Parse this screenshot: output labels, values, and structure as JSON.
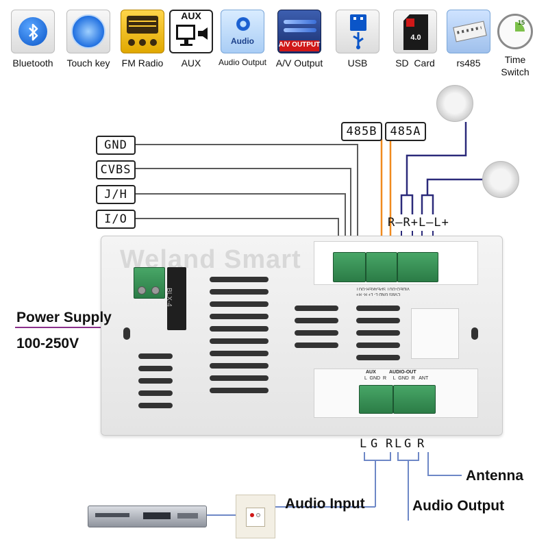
{
  "features": [
    {
      "label": "Bluetooth",
      "icon": "bluetooth-icon"
    },
    {
      "label": "Touch key",
      "icon": "touch-key-icon"
    },
    {
      "label": "FM Radio",
      "icon": "fm-radio-icon"
    },
    {
      "label": "AUX",
      "icon": "aux-icon",
      "tile_text": "AUX"
    },
    {
      "label": "Audio Output",
      "icon": "audio-output-icon",
      "tile_text": "Audio"
    },
    {
      "label": "A/V Output",
      "icon": "av-output-icon",
      "tile_text": "A/V OUTPUT"
    },
    {
      "label": "USB",
      "icon": "usb-icon"
    },
    {
      "label": "SD  Card",
      "icon": "sd-card-icon",
      "tile_text": "4.0"
    },
    {
      "label": "rs485",
      "icon": "rs485-icon"
    },
    {
      "label": "Time\nSwitch",
      "icon": "time-switch-icon",
      "tile_text": "15"
    }
  ],
  "left_labels": [
    "GND",
    "CVBS",
    "J/H",
    "I/O"
  ],
  "bus_labels": [
    "485B",
    "485A"
  ],
  "speaker_pins": "R–R+L–L+",
  "bottom_pins": "LGRLGR",
  "power_supply": {
    "title": "Power Supply",
    "voltage": "100-250V"
  },
  "bottom_labels": {
    "antenna": "Antenna",
    "audio_input": "Audio Input",
    "audio_output": "Audio Output"
  },
  "watermark": "Weland Smart",
  "device_text": {
    "top_right_row": "VIDEO-OUT  SPEAKER-OUT",
    "top_right_row2": "CVBS GND        L-   L+   R-   R+",
    "bottom_header": "AUX          AUDIO-OUT",
    "bottom_pins_text": "L  GND  R     L  GND  R   ANT",
    "relay_text": "BLX-4"
  },
  "colors": {
    "wire_dark": "#5a5a5a",
    "wire_orange": "#f08a1e",
    "wire_navy": "#2b2a7a",
    "wire_purple": "#8a2f8a",
    "wire_blue": "#6d87c6",
    "terminal_green": "#3d9a5c"
  }
}
